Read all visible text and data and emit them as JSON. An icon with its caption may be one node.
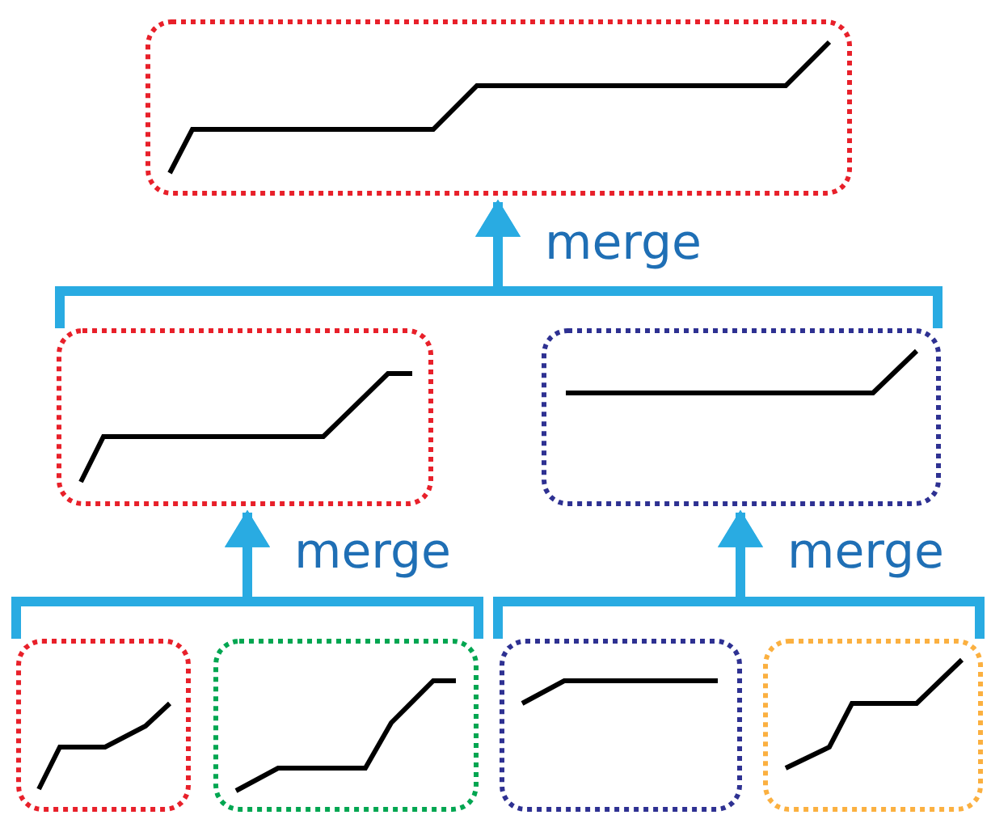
{
  "diagram": {
    "nodes": [
      {
        "text": [],
        "shape": "box"
      },
      {
        "text": [],
        "shape": "box"
      },
      {
        "text": [],
        "shape": "box"
      },
      {
        "text": [],
        "shape": "box"
      },
      {
        "text": [],
        "shape": "box"
      },
      {
        "text": [],
        "shape": "box"
      },
      {
        "text": [],
        "shape": "box"
      }
    ],
    "edges": [
      {
        "from": 3,
        "to": 1,
        "arrow": "to",
        "label": "merge"
      },
      {
        "from": 4,
        "to": 1,
        "arrow": "to"
      },
      {
        "from": 5,
        "to": 2,
        "arrow": "to",
        "label": "merge"
      },
      {
        "from": 6,
        "to": 2,
        "arrow": "to"
      },
      {
        "from": 1,
        "to": 0,
        "arrow": "to",
        "label": "merge"
      },
      {
        "from": 2,
        "to": 0,
        "arrow": "to"
      }
    ]
  }
}
